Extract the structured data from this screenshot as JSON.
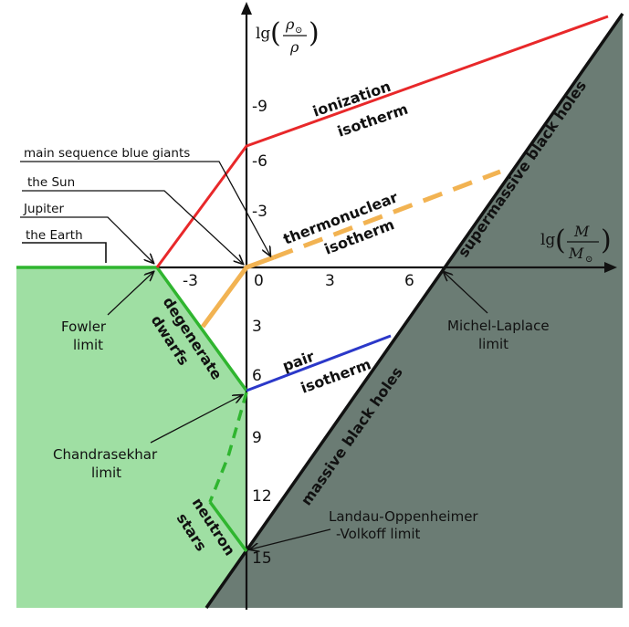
{
  "colors": {
    "green_region": "#9fdfa3",
    "gray_region": "#6b7c74",
    "ionization": "#e8282a",
    "thermonuclear": "#f2b352",
    "pair": "#2b38c9",
    "green_line": "#2fb52f",
    "axis": "#111111"
  },
  "axes": {
    "y_label_prefix": "lg",
    "y_label_num": "ρ",
    "y_label_num_sub": "⊙",
    "y_label_den": "ρ",
    "x_label_prefix": "lg",
    "x_label_num": "M",
    "x_label_den": "M",
    "x_label_den_sub": "⊙",
    "x_ticks": [
      "-3",
      "0",
      "3",
      "6"
    ],
    "y_ticks_up": [
      "-9",
      "-6",
      "-3"
    ],
    "y_ticks_down": [
      "3",
      "6",
      "9",
      "12",
      "15"
    ]
  },
  "lines": {
    "ionization_1": "ionization",
    "ionization_2": "isotherm",
    "thermonuclear_1": "thermonuclear",
    "thermonuclear_2": "isotherm",
    "pair_1": "pair",
    "pair_2": "isotherm",
    "supermassive": "supermassive black holes",
    "massive": "massive black holes",
    "degenerate_1": "degenerate",
    "degenerate_2": "dwarfs",
    "neutron_1": "neutron",
    "neutron_2": "stars"
  },
  "annotations": {
    "main_sequence": "main sequence blue giants",
    "sun": "the Sun",
    "jupiter": "Jupiter",
    "earth": "the Earth",
    "fowler_1": "Fowler",
    "fowler_2": "limit",
    "chandra_1": "Chandrasekhar",
    "chandra_2": "limit",
    "michel_1": "Michel-Laplace",
    "michel_2": "limit",
    "landau_1": "Landau-Oppenheimer",
    "landau_2": "-Volkoff limit"
  }
}
